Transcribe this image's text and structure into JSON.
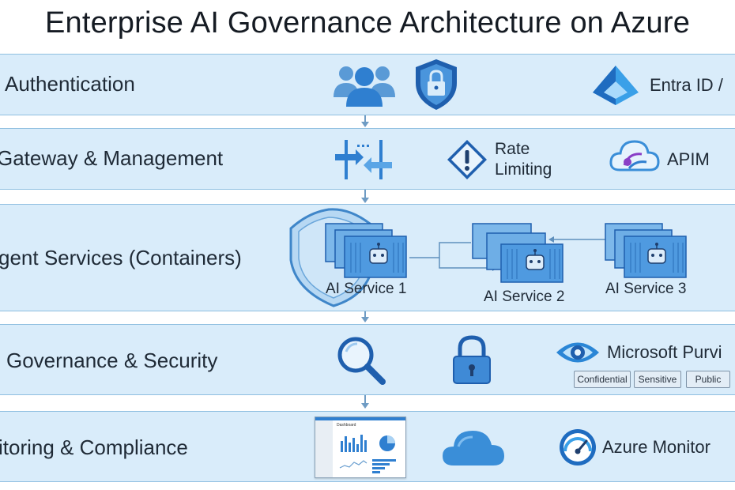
{
  "title": "Enterprise AI Governance Architecture on Azure",
  "layers": [
    {
      "label": "Authentication"
    },
    {
      "label": "Gateway & Management"
    },
    {
      "label": "gent Services (Containers)"
    },
    {
      "label": "Governance & Security"
    },
    {
      "label": "itoring & Compliance"
    }
  ],
  "auth": {
    "identity_text": "Entra ID /"
  },
  "gateway": {
    "rate_limiting_line1": "Rate",
    "rate_limiting_line2": "Limiting",
    "apim_text": "APIM"
  },
  "services": {
    "service1": "AI Service 1",
    "service2": "AI Service 2",
    "service3": "AI Service 3"
  },
  "governance": {
    "purview_text": "Microsoft Purvi",
    "tags": [
      "Confidential",
      "Sensitive",
      "Public"
    ]
  },
  "monitoring": {
    "monitor_text": "Azure Monitor",
    "dashboard_title": "Dashboard"
  },
  "colors": {
    "band": "#d9ecfa",
    "band_border": "#8fbfe0",
    "icon_blue": "#2f7fd0",
    "accent_purple": "#8a3fc7"
  }
}
